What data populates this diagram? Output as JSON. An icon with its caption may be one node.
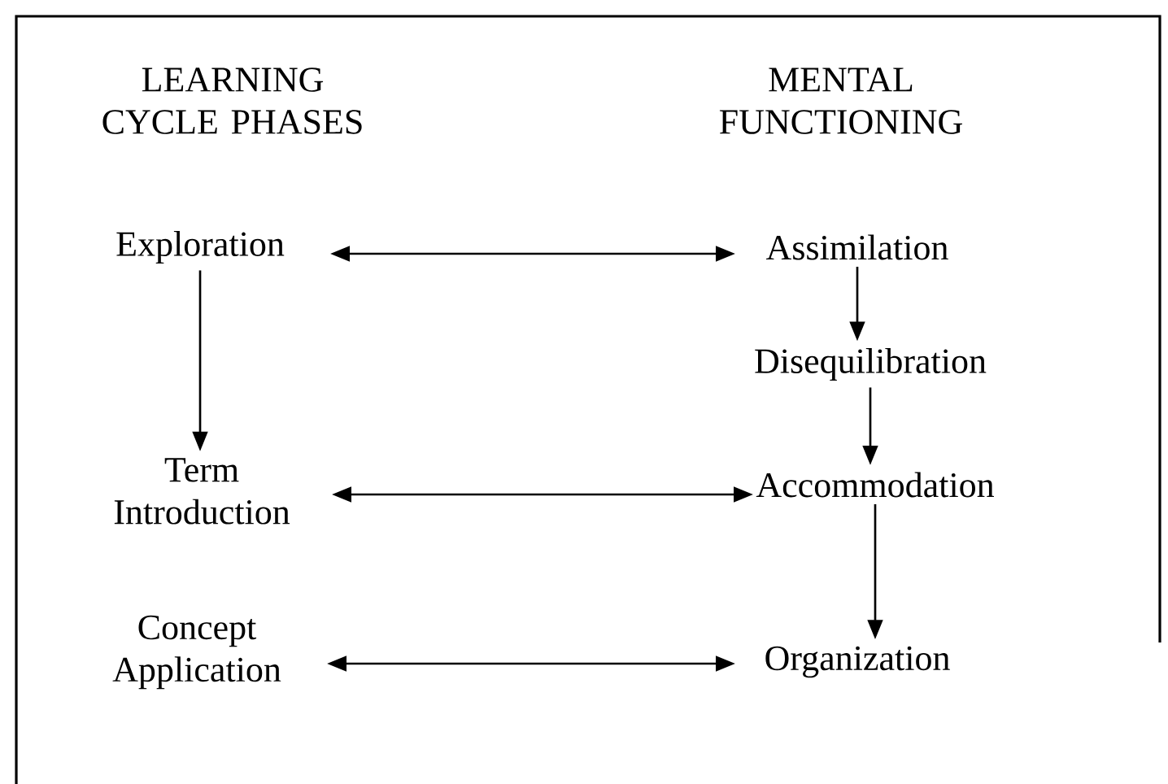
{
  "diagram": {
    "nodes": [
      {
        "text": [
          "Exploration"
        ]
      },
      {
        "text": [
          "Term Introduction"
        ]
      },
      {
        "text": [
          "Concept Application"
        ]
      },
      {
        "text": [
          "Assimilation"
        ]
      },
      {
        "text": [
          "Disequilibration"
        ]
      },
      {
        "text": [
          "Accommodation"
        ]
      },
      {
        "text": [
          "Organization"
        ]
      }
    ],
    "edges": [
      {
        "from": 0,
        "to": 3,
        "arrow": "both"
      },
      {
        "from": 0,
        "to": 1,
        "arrow": "to"
      },
      {
        "from": 3,
        "to": 4,
        "arrow": "to"
      },
      {
        "from": 4,
        "to": 5,
        "arrow": "to"
      },
      {
        "from": 1,
        "to": 5,
        "arrow": "both"
      },
      {
        "from": 5,
        "to": 6,
        "arrow": "to"
      },
      {
        "from": 2,
        "to": 6,
        "arrow": "both"
      }
    ],
    "labels": [
      "LEARNING CYCLE PHASES",
      "MENTAL FUNCTIONING"
    ]
  }
}
